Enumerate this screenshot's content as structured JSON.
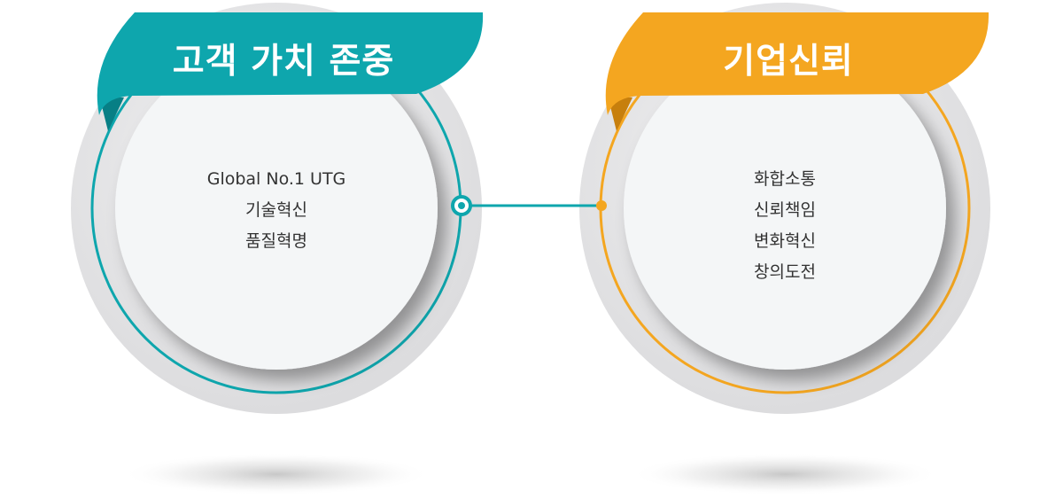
{
  "colors": {
    "teal": "#0ea6ad",
    "orange": "#f4a620",
    "ring_gray": "#e6e6e8",
    "inner_fill": "#f4f6f7",
    "text": "#333333"
  },
  "left": {
    "title": "고객 가치 존중",
    "lines": [
      "Global No.1 UTG",
      "기술혁신",
      "품질혁명"
    ]
  },
  "right": {
    "title": "기업신뢰",
    "lines": [
      "화합소통",
      "신뢰책임",
      "변화혁신",
      "창의도전"
    ]
  }
}
